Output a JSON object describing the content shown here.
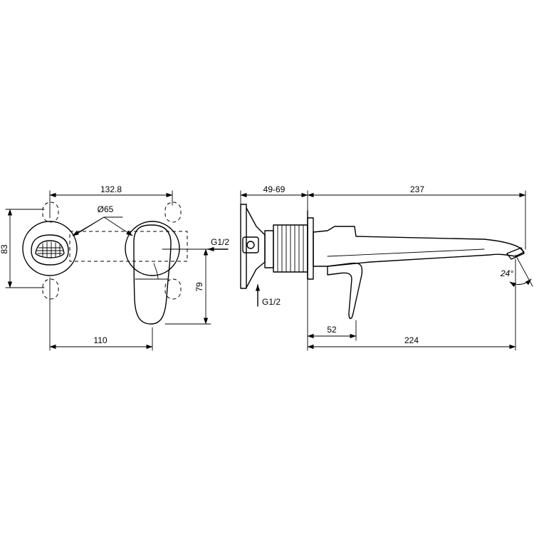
{
  "dimensions": {
    "front_width": "132.8",
    "flange_diameter": "Ø65",
    "front_height": "83",
    "handle_height": "79",
    "center_distance": "110",
    "wall_depth": "49-69",
    "spout_length": "237",
    "handle_offset": "52",
    "spout_projection": "224",
    "spout_angle": "24°"
  },
  "connections": {
    "front_inlet": "G1/2",
    "side_inlet": "G1/2"
  }
}
